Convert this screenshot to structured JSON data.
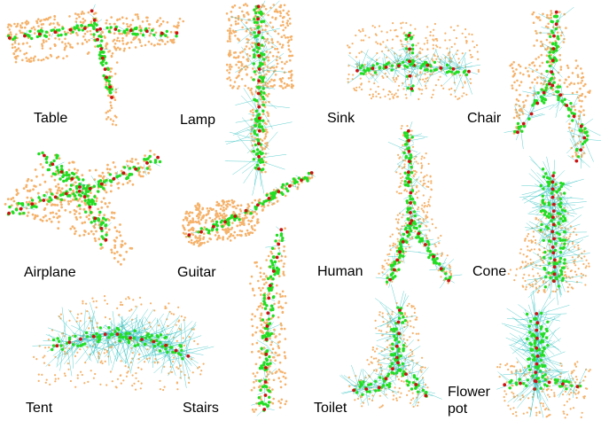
{
  "figure": {
    "shapes": [
      {
        "id": "table",
        "label": "Table"
      },
      {
        "id": "lamp",
        "label": "Lamp"
      },
      {
        "id": "sink",
        "label": "Sink"
      },
      {
        "id": "chair",
        "label": "Chair"
      },
      {
        "id": "airplane",
        "label": "Airplane"
      },
      {
        "id": "guitar",
        "label": "Guitar"
      },
      {
        "id": "human",
        "label": "Human"
      },
      {
        "id": "cone",
        "label": "Cone"
      },
      {
        "id": "tent",
        "label": "Tent"
      },
      {
        "id": "stairs",
        "label": "Stairs"
      },
      {
        "id": "toilet",
        "label": "Toilet"
      },
      {
        "id": "flower-pot",
        "label": "Flower\npot"
      }
    ]
  },
  "colors": {
    "surface_points": "#f5b26b",
    "skeleton_points": "#22dd22",
    "skeleton_nodes": "#cc1111",
    "links": "#2bbfbf"
  }
}
